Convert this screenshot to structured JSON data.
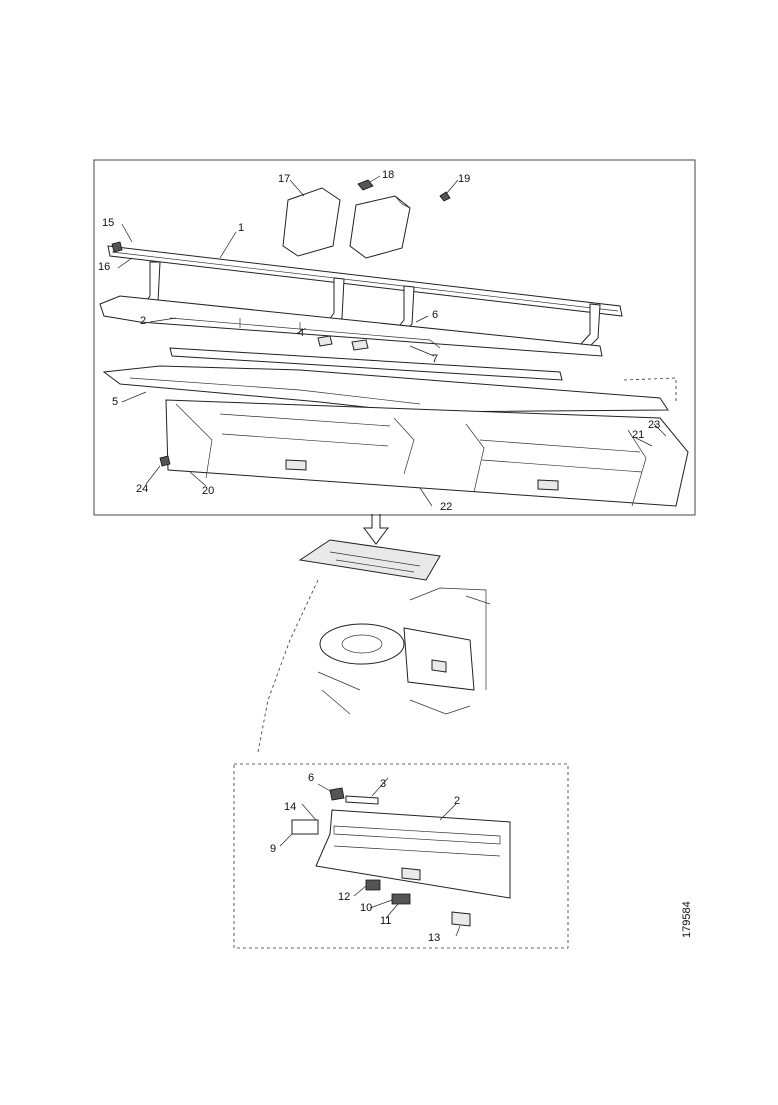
{
  "diagram": {
    "top_callouts": [
      "1",
      "2",
      "4",
      "5",
      "6",
      "7",
      "15",
      "16",
      "17",
      "18",
      "19",
      "20",
      "21",
      "22",
      "23",
      "24"
    ],
    "bottom_callouts": [
      "2",
      "3",
      "6",
      "9",
      "10",
      "11",
      "12",
      "13",
      "14"
    ],
    "reference_number": "179584"
  }
}
